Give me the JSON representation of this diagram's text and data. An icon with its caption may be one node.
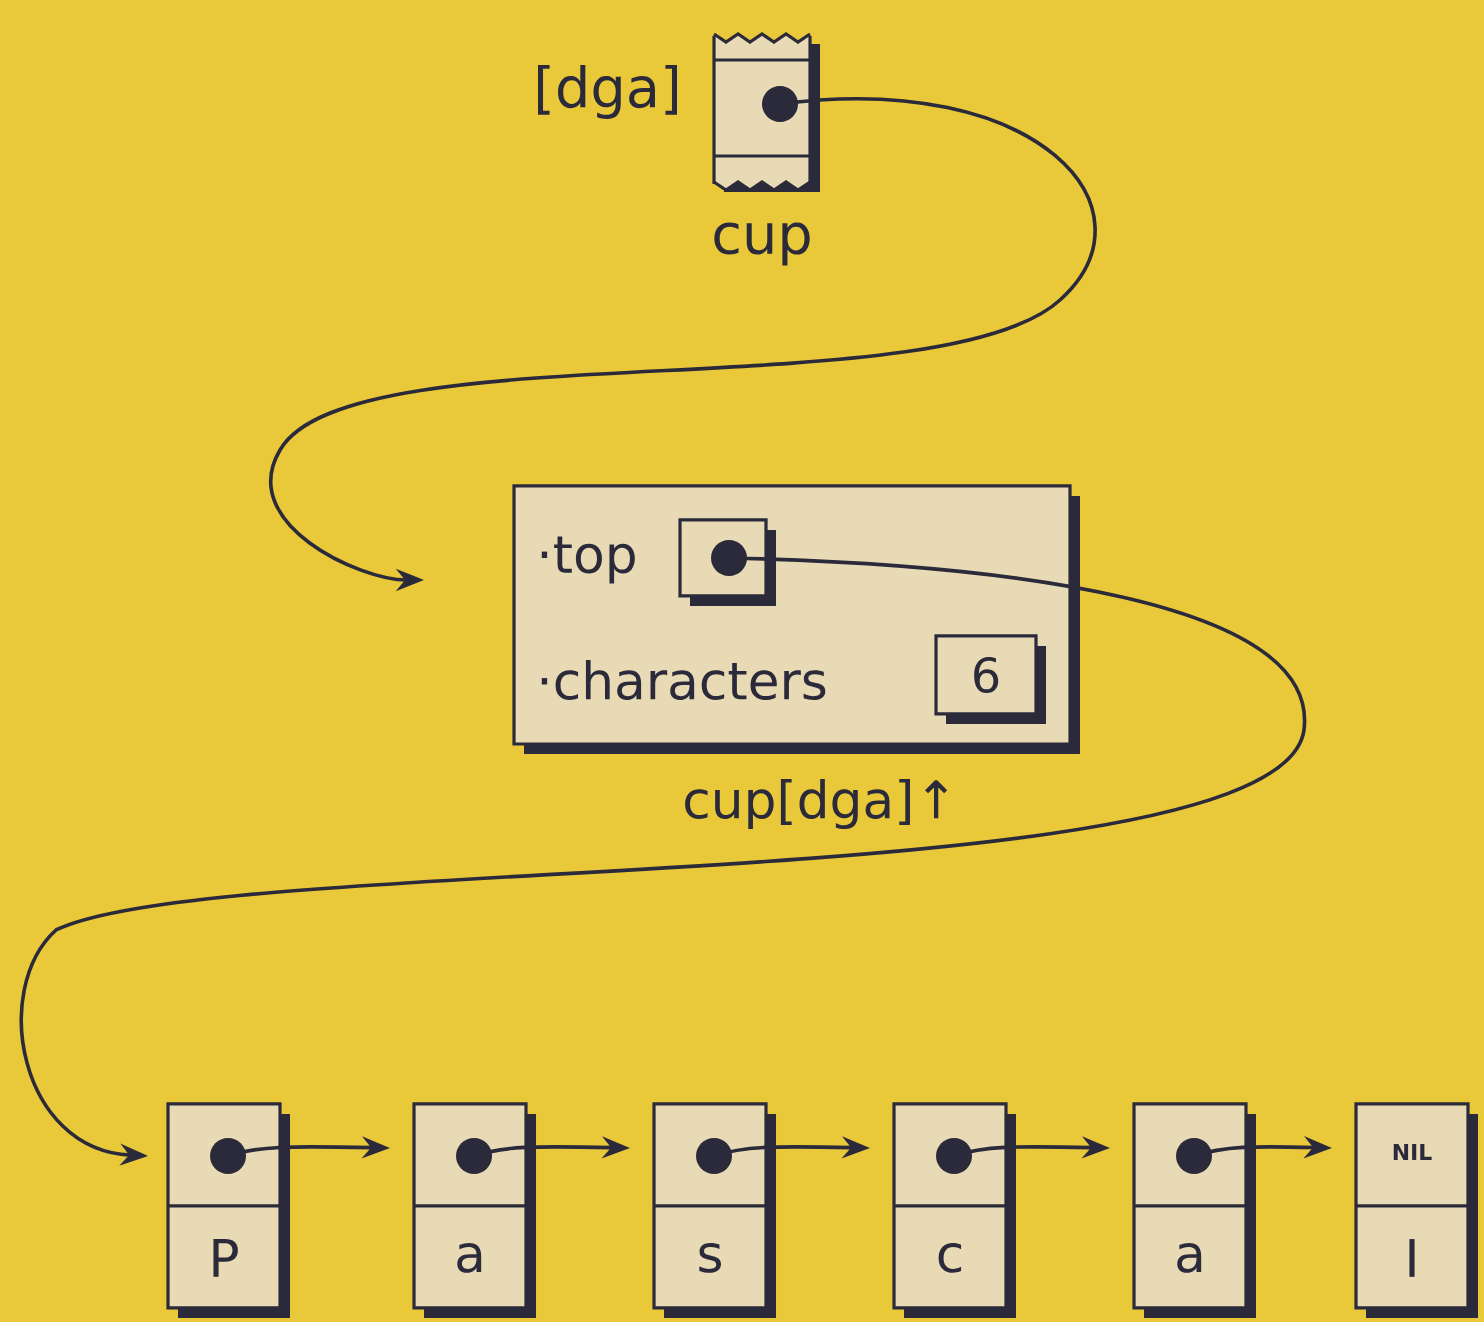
{
  "diagram": {
    "nodes": [
      {
        "text": [],
        "shape": "box",
        "beside": [
          "[dga]",
          "cup"
        ]
      },
      {
        "text": [
          "·top",
          "·characters"
        ],
        "beside": [
          "cup[dga]↑"
        ]
      },
      {
        "text": [],
        "shape": "box",
        "in": 1
      },
      {
        "text": [
          "6"
        ],
        "in": 1
      },
      {
        "text": [
          "P"
        ]
      },
      {
        "text": [
          "a"
        ]
      },
      {
        "text": [
          "s"
        ]
      },
      {
        "text": [
          "c"
        ]
      },
      {
        "text": [
          "a"
        ]
      },
      {
        "text": [
          "NIL",
          "I"
        ]
      }
    ],
    "edges": [
      {
        "from": 0,
        "to": 1,
        "arrow": "to"
      },
      {
        "from": 2,
        "to": 4,
        "arrow": "to"
      },
      {
        "from": 4,
        "to": 5,
        "arrow": "to"
      },
      {
        "from": 5,
        "to": 6,
        "arrow": "to"
      },
      {
        "from": 6,
        "to": 7,
        "arrow": "to"
      },
      {
        "from": 7,
        "to": 8,
        "arrow": "to"
      },
      {
        "from": 8,
        "to": 9,
        "arrow": "to"
      }
    ]
  }
}
